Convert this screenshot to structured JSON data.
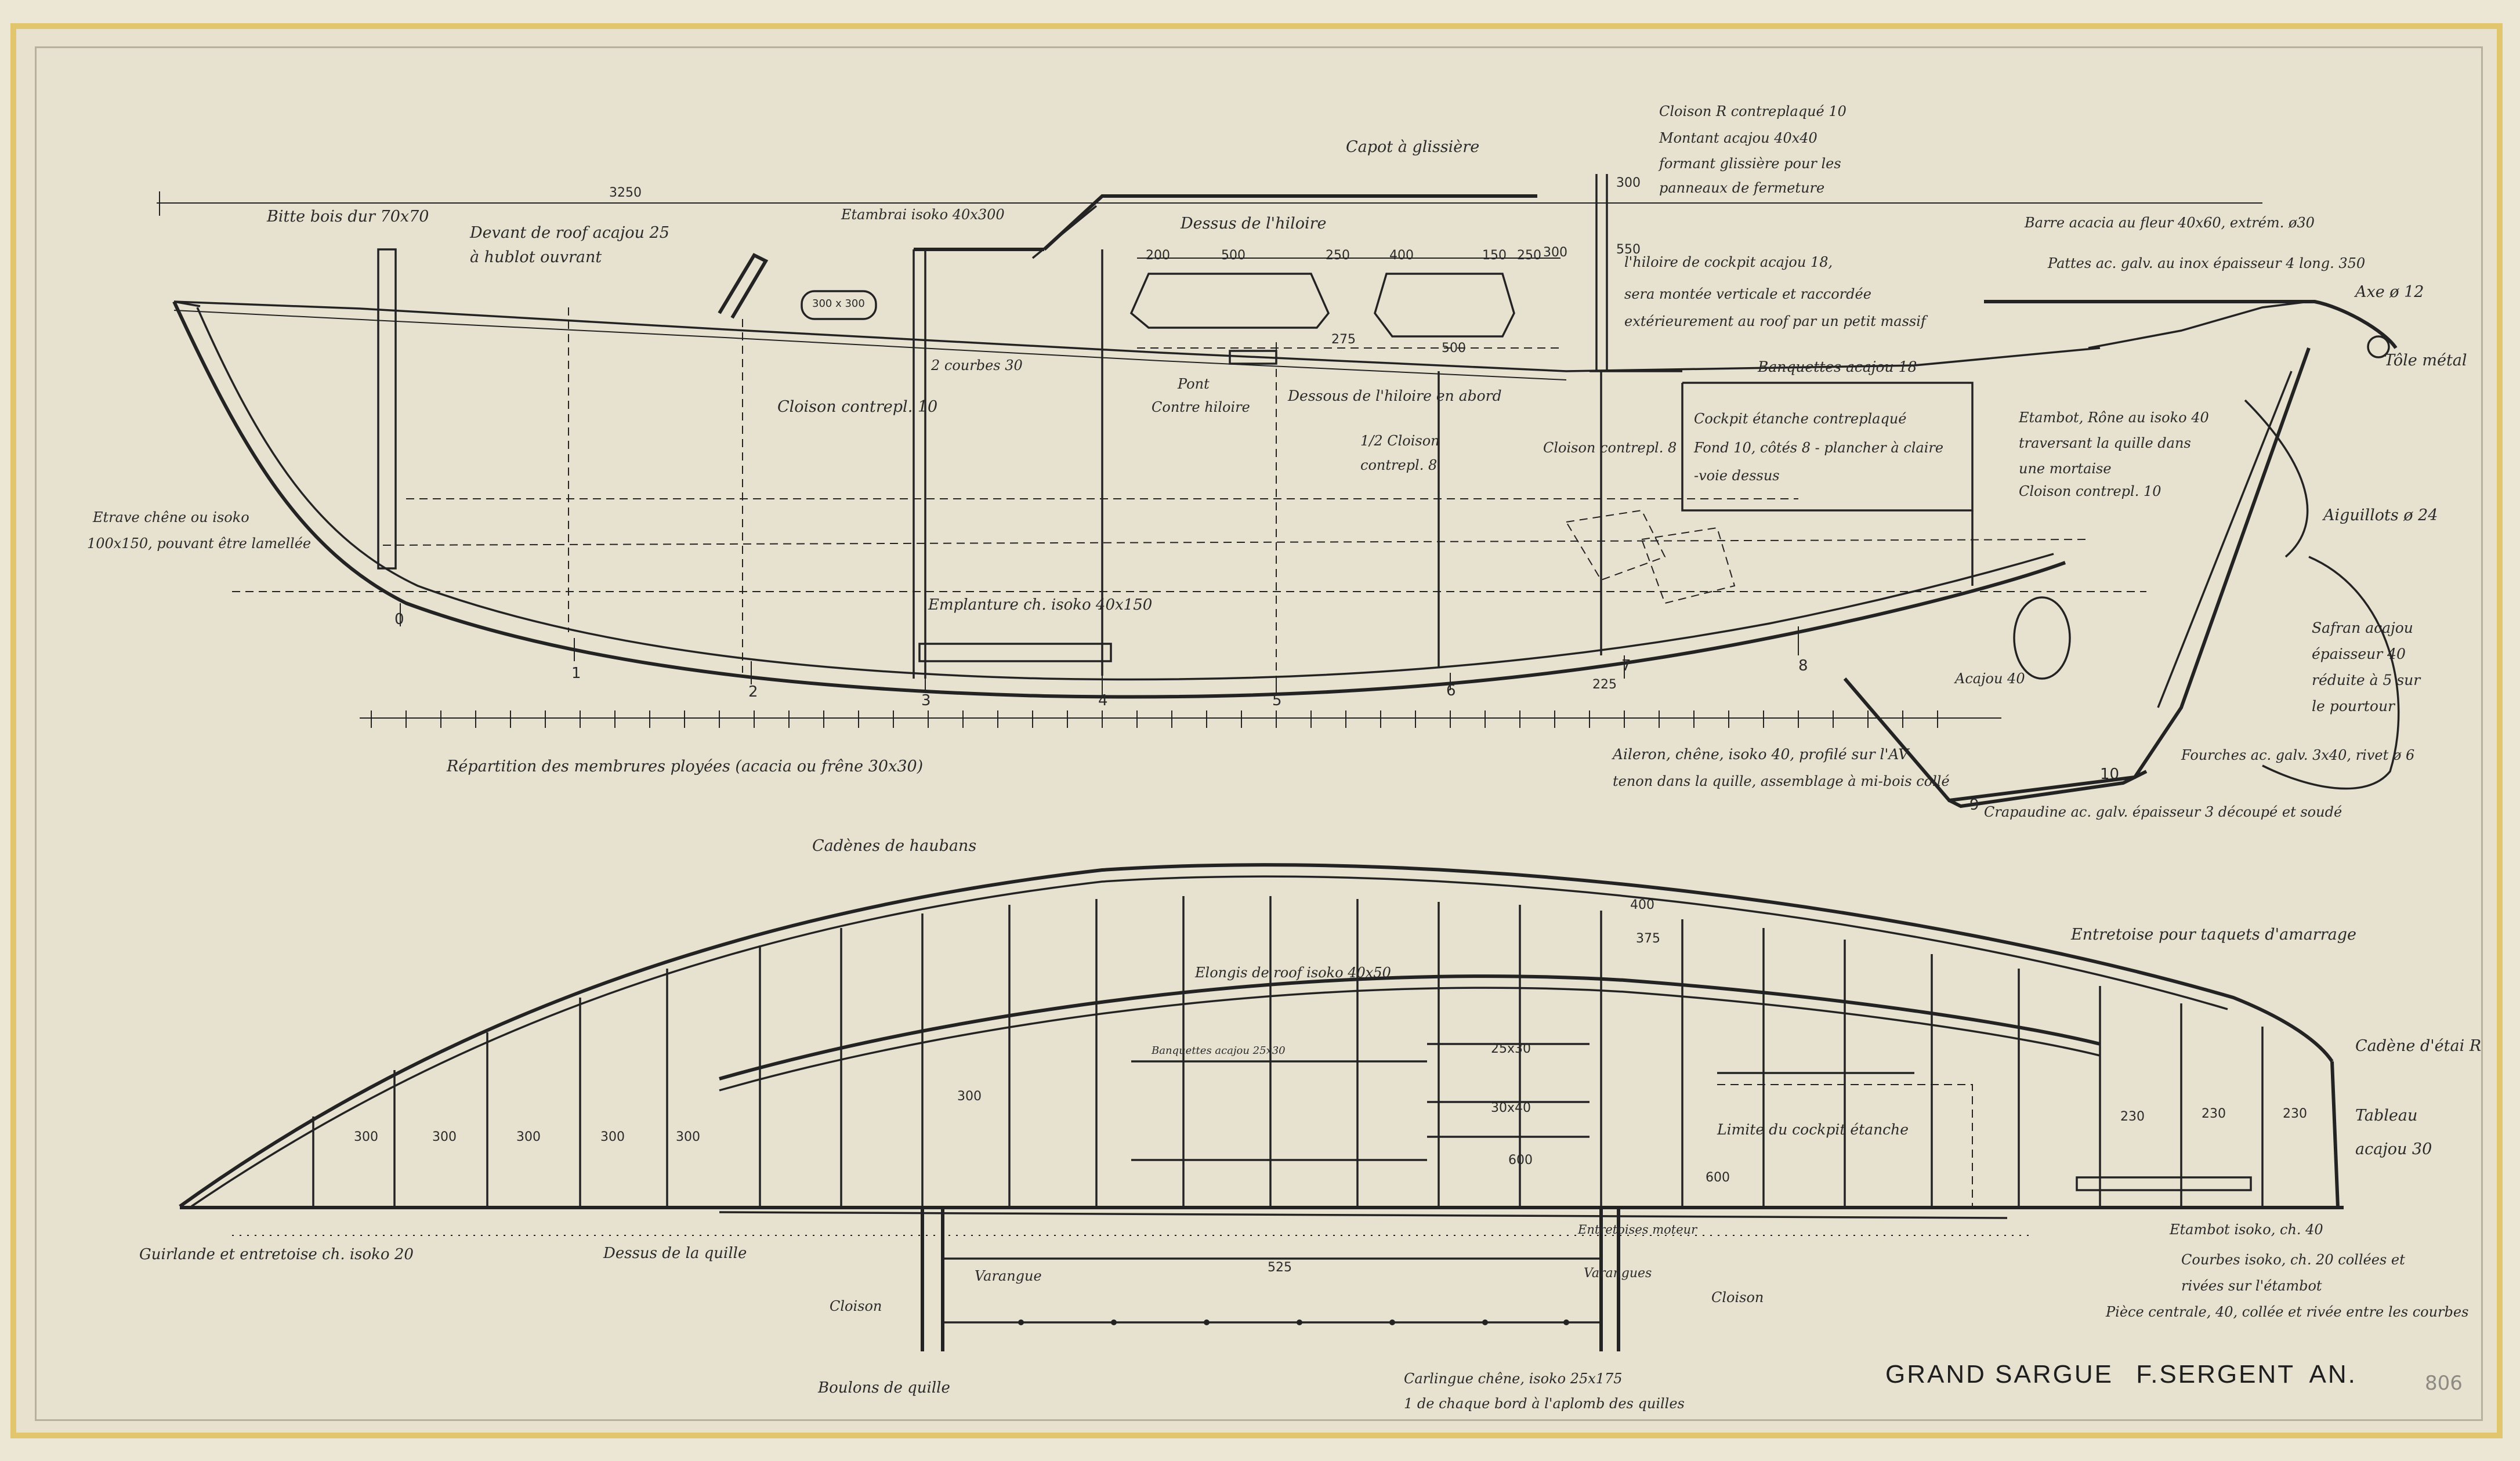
{
  "drawing": {
    "title": "GRAND SARGUE",
    "designer": "F.SERGENT",
    "suffix": "AN.",
    "archive_number": "806"
  },
  "profile_labels": {
    "bitte": "Bitte bois dur 70x70",
    "devant_roof": "Devant de roof acajou 25",
    "hublot": "à hublot ouvrant",
    "etambrai": "Etambrai isoko 40x300",
    "dessus_hiloire": "Dessus de l'hiloire",
    "capot": "Capot à glissière",
    "cloison_r": "Cloison R contreplaqué 10",
    "montant": "Montant acajou 40x40",
    "formant": "formant glissière pour les",
    "panneaux": "panneaux de fermeture",
    "hiloire_cockpit": "l'hiloire de cockpit acajou 18,",
    "sera_montee": "sera montée verticale et raccordée",
    "exterieurement": "extérieurement au roof par un petit massif",
    "barre": "Barre acacia au fleur 40x60, extrém. ø30",
    "pattes": "Pattes ac. galv. au inox épaisseur 4 long. 350",
    "axe": "Axe ø 12",
    "tole": "Tôle métal",
    "cloison_10": "Cloison contrepl. 10",
    "courbes_30": "2 courbes 30",
    "pont": "Pont",
    "contre_hiloire": "Contre hiloire",
    "dessous_hiloire": "Dessous de l'hiloire en abord",
    "half_cloison": "1/2 Cloison",
    "contrepl_8": "contrepl. 8",
    "cloison_contrepl_8": "Cloison contrepl. 8",
    "banquettes": "Banquettes acajou 18",
    "cockpit1": "Cockpit étanche contreplaqué",
    "cockpit2": "Fond 10, côtés 8 - plancher à claire",
    "cockpit3": "-voie dessus",
    "etambot1": "Etambot, Rône au isoko 40",
    "etambot2": "traversant la quille dans",
    "etambot3": "une mortaise",
    "cloison_contrepl_10": "Cloison contrepl. 10",
    "aiguillots": "Aiguillots ø 24",
    "safran1": "Safran acajou",
    "safran2": "épaisseur 40",
    "safran3": "réduite à 5 sur",
    "safran4": "le pourtour",
    "etrave1": "Etrave chêne ou isoko",
    "etrave2": "100x150, pouvant être lamellée",
    "emplanture": "Emplanture ch. isoko 40x150",
    "acajou": "Acajou 40",
    "repartition": "Répartition des membrures ployées (acacia ou frêne 30x30)",
    "aileron1": "Aileron, chêne, isoko 40, profilé sur l'AV",
    "aileron2": "tenon dans la quille, assemblage à mi-bois collé",
    "fourches": "Fourches ac. galv. 3x40, rivet ø 6",
    "crapaudine": "Crapaudine ac. galv. épaisseur 3 découpé et soudé",
    "hublot_size": "300 x 300"
  },
  "profile_dims": {
    "overall": "3250",
    "d200a": "200",
    "d500a": "500",
    "d250a": "250",
    "d400": "400",
    "d150": "150",
    "d250b": "250",
    "d300": "300",
    "d275": "275",
    "d500b": "500",
    "d550": "550",
    "d300b": "300",
    "d225": "225"
  },
  "stations": [
    "0",
    "1",
    "2",
    "3",
    "4",
    "5",
    "6",
    "7",
    "8",
    "9",
    "10"
  ],
  "plan_labels": {
    "cadenes_haubans": "Cadènes de haubans",
    "entretoise": "Entretoise pour taquets d'amarrage",
    "elongis": "Elongis de roof isoko 40x50",
    "cadene_etai": "Cadène d'étai R",
    "tableau1": "Tableau",
    "tableau2": "acajou 30",
    "limite_cockpit": "Limite du cockpit étanche",
    "cuisine": "Banquettes acajou 25x30",
    "etambot_plan": "Etambot isoko, ch. 40",
    "courbes_plan1": "Courbes isoko, ch. 20 collées et",
    "courbes_plan2": "rivées sur l'étambot",
    "piece_centrale": "Pièce centrale, 40, collée et rivée entre les courbes",
    "guirlande": "Guirlande et entretoise ch. isoko 20",
    "dessus_quille": "Dessus de la quille",
    "varangue": "Varangue",
    "varangues": "Varangues",
    "cloison_plan": "Cloison",
    "cloison_plan2": "Cloison",
    "boulons": "Boulons de quille",
    "carlingue1": "Carlingue chêne, isoko 25x175",
    "carlingue2": "1 de chaque bord à l'aplomb des quilles",
    "entretoise_moteur": "Entretoises moteur"
  },
  "plan_dims": {
    "d400": "400",
    "d375": "375",
    "d300a": "300",
    "d300b": "300",
    "d300c": "300",
    "d300d": "300",
    "d300e": "300",
    "d300f": "300",
    "d600": "600",
    "d25x30": "25x30",
    "d30x40": "30x40",
    "d230a": "230",
    "d230b": "230",
    "d230c": "230",
    "d525": "525",
    "d600b": "600"
  }
}
